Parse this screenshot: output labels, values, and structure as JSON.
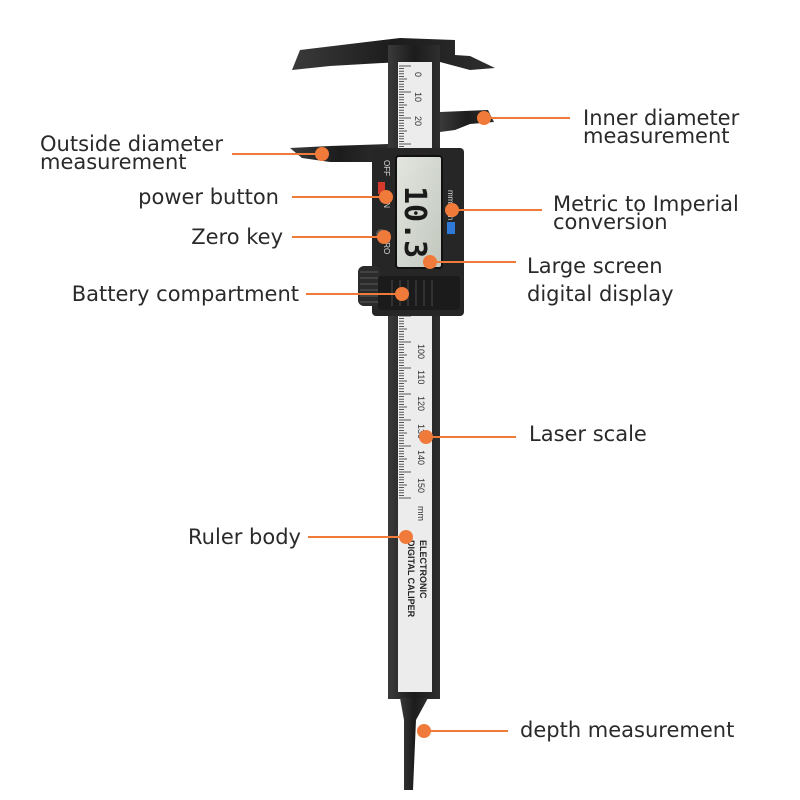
{
  "colors": {
    "accent": "#f07a3a",
    "body": "#222222",
    "scale_strip": "#ececec",
    "lcd": "#d4d8d0",
    "text": "#2a2a2a"
  },
  "device": {
    "off_label": "OFF",
    "on_label": "ON",
    "zero_label": "ZERO",
    "unit_label": "mm/inch",
    "display_value": "10.3",
    "scale_unit": "mm",
    "engraving_line1": "ELECTRONIC",
    "engraving_line2": "DIGITAL CALIPER",
    "upper_ticks": [
      "0",
      "10",
      "20"
    ],
    "lower_ticks": [
      "100",
      "110",
      "120",
      "130",
      "140",
      "150"
    ]
  },
  "callouts": {
    "outside_diameter": [
      "Outside diameter",
      "measurement"
    ],
    "power_button": "power button",
    "zero_key": "Zero key",
    "battery": "Battery compartment",
    "ruler_body": "Ruler body",
    "inner_diameter": [
      "Inner diameter",
      "measurement"
    ],
    "metric_imperial": [
      "Metric to Imperial",
      "conversion"
    ],
    "large_screen": [
      "Large screen",
      "digital display"
    ],
    "laser_scale": "Laser scale",
    "depth": "depth measurement"
  }
}
